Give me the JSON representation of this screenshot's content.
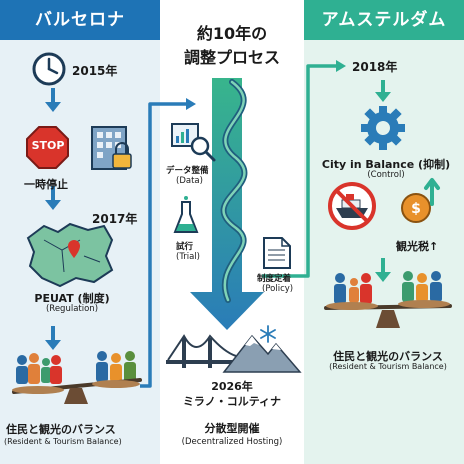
{
  "left": {
    "header": "バルセロナ",
    "year1": "2015年",
    "stop_sign": "STOP",
    "pause": "一時停止",
    "year2": "2017年",
    "regulation_title": "PEUAT (制度)",
    "regulation_en": "(Regulation)",
    "balance_title": "住民と観光のバランス",
    "balance_en": "(Resident & Tourism Balance)"
  },
  "center": {
    "title_line1": "約10年の",
    "title_line2": "調整プロセス",
    "data_label": "データ整備",
    "data_en": "(Data)",
    "trial_label": "試行",
    "trial_en": "(Trial)",
    "policy_label": "制度定着",
    "policy_en": "(Policy)",
    "year": "2026年",
    "city": "ミラノ・コルティナ",
    "hosting": "分散型開催",
    "hosting_en": "(Decentralized Hosting)"
  },
  "right": {
    "header": "アムステルダム",
    "year": "2018年",
    "control_title": "City in Balance (抑制)",
    "control_en": "(Control)",
    "tax_label": "観光税↑",
    "balance_title": "住民と観光のバランス",
    "balance_en": "(Resident & Tourism Balance)"
  },
  "colors": {
    "barcelona_blue": "#1e73b5",
    "amsterdam_green": "#2fb092",
    "stop_red": "#d9342b",
    "coin_orange": "#e8912b"
  },
  "icons": [
    "clock-icon",
    "stop-sign-icon",
    "building-lock-icon",
    "map-icon",
    "people-icon",
    "balance-scale-icon",
    "magnifier-chart-icon",
    "flask-icon",
    "document-icon",
    "bridge-icon",
    "mountain-icon",
    "snowflake-icon",
    "gear-icon",
    "no-cruise-icon",
    "coin-arrow-icon"
  ]
}
